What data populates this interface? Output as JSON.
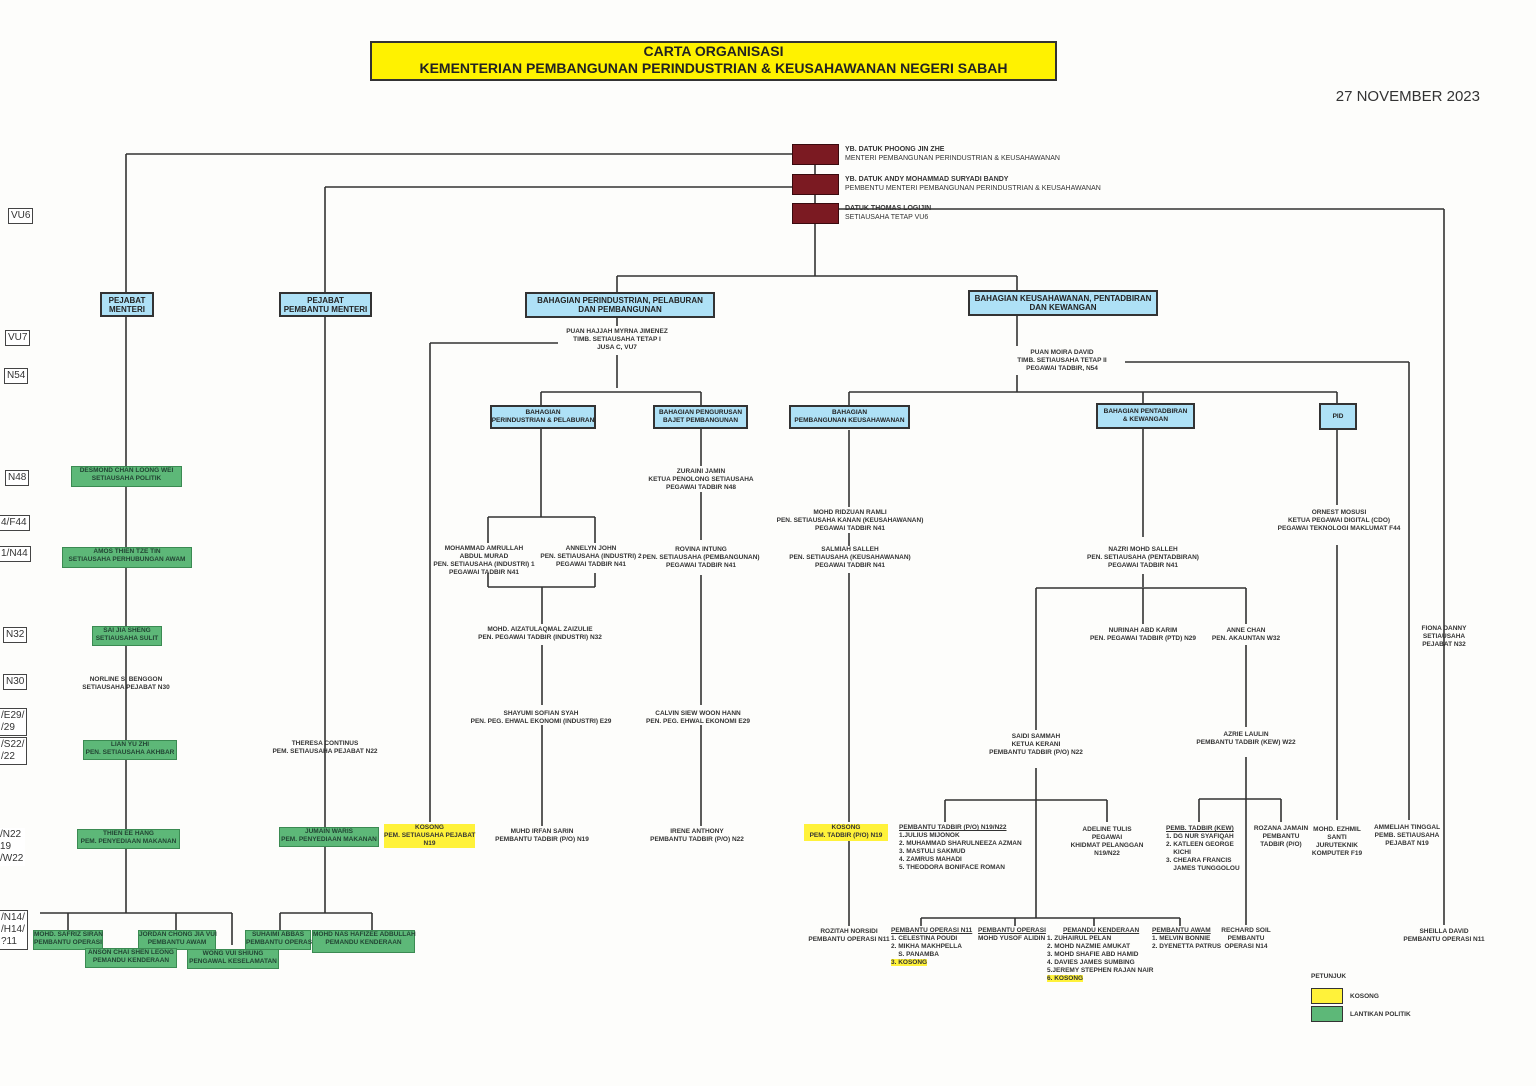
{
  "header": {
    "title_line1": "CARTA ORGANISASI",
    "title_line2": "KEMENTERIAN PEMBANGUNAN PERINDUSTRIAN & KEUSAHAWANAN NEGERI SABAH",
    "date": "27 NOVEMBER 2023"
  },
  "grades": [
    "VU6",
    "VU7",
    "N54",
    "N48",
    "4/F44",
    "1/N44",
    "N32",
    "N30",
    "/E29/\n/29",
    "/S22/\n/22",
    "/N22\n19\n/W22",
    "/N14/\n/H14/\n?11"
  ],
  "top": {
    "minister": {
      "name": "YB. DATUK PHOONG JIN ZHE",
      "role": "MENTERI PEMBANGUNAN PERINDUSTRIAN & KEUSAHAWANAN"
    },
    "assistant_minister": {
      "name": "YB. DATUK ANDY MOHAMMAD SURYADI BANDY",
      "role": "PEMBENTU MENTERI PEMBANGUNAN PERINDUSTRIAN & KEUSAHAWANAN"
    },
    "secretary": {
      "name": "DATUK THOMAS LOGIJIN",
      "role": "SETIAUSAHA TETAP VU6"
    }
  },
  "units": {
    "pejabat_menteri": "PEJABAT\nMENTERI",
    "pejabat_pembantu": "PEJABAT\nPEMBANTU MENTERI",
    "bahagian_ppp": "BAHAGIAN PERINDUSTRIAN, PELABURAN\nDAN PEMBANGUNAN",
    "bahagian_kpk": "BAHAGIAN KEUSAHAWANAN, PENTADBIRAN\nDAN KEWANGAN",
    "bahagian_pp": "BAHAGIAN\nPERINDUSTRIAN & PELABURAN",
    "bahagian_bajet": "BAHAGIAN PENGURUSAN\nBAJET PEMBANGUNAN",
    "bahagian_pk": "BAHAGIAN\nPEMBANGUNAN KEUSAHAWANAN",
    "bahagian_pentadbiran": "BAHAGIAN PENTADBIRAN\n& KEWANGAN",
    "pid": "PID"
  },
  "menteri_office": [
    {
      "name": "DESMOND CHAN LOONG WEI",
      "role": "SETIAUSAHA POLITIK",
      "type": "green"
    },
    {
      "name": "AMOS THIEN TZE TIN",
      "role": "SETIAUSAHA PERHUBUNGAN AWAM",
      "type": "green"
    },
    {
      "name": "SAI JIA SHENG",
      "role": "SETIAUSAHA SULIT",
      "type": "green"
    },
    {
      "name": "NORLINE S. BENGGON",
      "role": "SETIAUSAHA PEJABAT N30",
      "type": "plain"
    },
    {
      "name": "LIAN YU ZHI",
      "role": "PEN. SETIAUSAHA AKHBAR",
      "type": "green"
    },
    {
      "name": "THIEN EE HANG",
      "role": "PEM. PENYEDIAAN MAKANAN",
      "type": "green"
    },
    {
      "name": "MOHD. SAFRIZ SIRAN",
      "role": "PEMBANTU OPERASI",
      "type": "green"
    },
    {
      "name": "JORDAN CHONG JIA VUI",
      "role": "PEMBANTU AWAM",
      "type": "green"
    },
    {
      "name": "ANSON CHAI SHEN LEONG",
      "role": "PEMANDU KENDERAAN",
      "type": "green"
    },
    {
      "name": "WONG VUI SHIUNG",
      "role": "PENGAWAL KESELAMATAN",
      "type": "green"
    }
  ],
  "pembantu_office": [
    {
      "name": "THERESA CONTINUS",
      "role": "PEM. SETIAUSAHA PEJABAT N22",
      "type": "plain"
    },
    {
      "name": "JUMAIN WARIS",
      "role": "PEM. PENYEDIAAN MAKANAN",
      "type": "green"
    },
    {
      "name": "SUHAIMI ABBAS",
      "role": "PEMBANTU OPERASI",
      "type": "green"
    },
    {
      "name": "MOHD NAS HAFIZEE ADBULLAH",
      "role": "PEMANDU KENDERAAN",
      "type": "green"
    }
  ],
  "ppp": {
    "head": {
      "name": "PUAN HAJJAH MYRNA JIMENEZ",
      "role": "TIMB. SETIAUSAHA TETAP I",
      "grade": "JUSA C, VU7"
    },
    "kosong": {
      "name": "KOSONG",
      "role": "PEM.  SETIAUSAHA PEJABAT",
      "grade": "N19"
    },
    "amrullah": {
      "name": "MOHAMMAD AMRULLAH",
      "name2": "ABDUL MURAD",
      "role": "PEN. SETIAUSAHA (INDUSTRI) 1",
      "grade": "PEGAWAI TADBIR N41"
    },
    "annelyn": {
      "name": "ANNELYN JOHN",
      "role": "PEN. SETIAUSAHA (INDUSTRI) 2",
      "grade": "PEGAWAI TADBIR N41"
    },
    "aizatul": {
      "name": "MOHD. AIZATULAQMAL ZAIZULIE",
      "role": "PEN. PEGAWAI TADBIR  (INDUSTRI) N32"
    },
    "shayumi": {
      "name": "SHAYUMI SOFIAN SYAH",
      "role": "PEN. PEG. EHWAL EKONOMI (INDUSTRI) E29"
    },
    "irfan": {
      "name": "MUHD IRFAN SARIN",
      "role": "PEMBANTU TADBIR (P/O) N19"
    },
    "zuraini": {
      "name": "ZURAINI JAMIN",
      "role": "KETUA PENOLONG SETIAUSAHA",
      "grade": "PEGAWAI TADBIR N48"
    },
    "rovina": {
      "name": "ROVINA INTUNG",
      "role": "PEN. SETIAUSAHA (PEMBANGUNAN)",
      "grade": "PEGAWAI TADBIR N41"
    },
    "calvin": {
      "name": "CALVIN SIEW WOON HANN",
      "role": "PEN. PEG. EHWAL EKONOMI E29"
    },
    "irene": {
      "name": "IRENE ANTHONY",
      "role": "PEMBANTU TADBIR (P/O) N22"
    }
  },
  "kpk": {
    "head": {
      "name": "PUAN MOIRA DAVID",
      "role": "TIMB. SETIAUSAHA TETAP  II",
      "grade": "PEGAWAI TADBIR, N54"
    },
    "ridzuan": {
      "name": "MOHD RIDZUAN RAMLI",
      "role": "PEN. SETIAUSAHA KANAN  (KEUSAHAWANAN)",
      "grade": "PEGAWAI TADBIR N41"
    },
    "salmiah": {
      "name": "SALMIAH SALLEH",
      "role": "PEN. SETIAUSAHA (KEUSAHAWANAN)",
      "grade": "PEGAWAI TADBIR N41"
    },
    "kosong_pk": {
      "name": "KOSONG",
      "role": "PEM.  TADBIR (P/O) N19"
    },
    "rozitah": {
      "name": "ROZITAH NORSIDI",
      "role": "PEMBANTU OPERASI N11"
    },
    "nazri": {
      "name": "NAZRI MOHD SALLEH",
      "role": "PEN. SETIAUSAHA (PENTADBIRAN)",
      "grade": "PEGAWAI TADBIR N41"
    },
    "nurinah": {
      "name": "NURINAH ABD KARIM",
      "role": "PEN. PEGAWAI TADBIR (PTD) N29"
    },
    "anne": {
      "name": "ANNE CHAN",
      "role": "PEN. AKAUNTAN W32"
    },
    "saidi": {
      "name": "SAIDI SAMMAH",
      "role": "KETUA KERANI",
      "grade": "PEMBANTU TADBIR (P/O) N22"
    },
    "azrie": {
      "name": "AZRIE LAULIN",
      "role": "PEMBANTU TADBIR (KEW) W22"
    },
    "pt_list": {
      "title": "PEMBANTU TADBIR (P/O) N19/N22",
      "items": [
        "1.JULIUS MIJONOK",
        "2. MUHAMMAD SHARULNEEZA AZMAN",
        "3. MASTULI SAKMUD",
        "4.  ZAMRUS MAHADI",
        "5. THEODORA BONIFACE ROMAN"
      ]
    },
    "adeline": {
      "name": "ADELINE TULIS",
      "role": "PEGAWAI",
      "role2": "KHIDMAT PELANGGAN",
      "grade": "N19/N22"
    },
    "kew_list": {
      "title": "PEMB. TADBIR (KEW)",
      "items": [
        "1. DG NUR SYAFIQAH",
        "2. KATLEEN GEORGE",
        "    KICHI",
        "3. CHEARA FRANCIS",
        "    JAMES TUNGGOLOU"
      ]
    },
    "rozana": {
      "name": "ROZANA JAMAIN",
      "role": "PEMBANTU",
      "grade": "TADBIR (P/O)"
    },
    "op_list": {
      "title": "PEMBANTU OPERASI N11",
      "items": [
        "1. CELESTINA POUDI",
        "2. MIKHA MAKHPELLA",
        "    S. PANAMBA"
      ],
      "kosong": "3. KOSONG"
    },
    "op2": {
      "title": "PEMBANTU OPERASI",
      "name": "MOHD YUSOF ALIDIN"
    },
    "driver_list": {
      "title": "PEMANDU KENDERAAN",
      "items": [
        "1. ZUHAIRUL PELAN",
        "2. MOHD NAZMIE AMUKAT",
        "3. MOHD SHAFIE ABD HAMID",
        "4. DAVIES JAMES SUMBING",
        "5.JEREMY STEPHEN RAJAN NAIR"
      ],
      "kosong": "6. KOSONG"
    },
    "awam_list": {
      "title": "PEMBANTU AWAM",
      "items": [
        "1. MELVIN BONNIE",
        "2. DYENETTA PATRUS"
      ]
    },
    "rechard": {
      "name": "RECHARD SOIL",
      "role": "PEMBANTU",
      "grade": "OPERASI N14"
    }
  },
  "pid": {
    "ornest": {
      "name": "ORNEST MOSUSI",
      "role": "KETUA PEGAWAI DIGITAL (CDO)",
      "grade": "PEGAWAI TEKNOLOGI MAKLUMAT F44"
    },
    "ezhmil": {
      "name": "MOHD. EZHMIL",
      "name2": "SANTI",
      "role": "JURUTEKNIK",
      "grade": "KOMPUTER F19"
    }
  },
  "secretary_office": {
    "fiona": {
      "name": "FIONA DANNY",
      "role": "SETIAUSAHA",
      "grade": "PEJABAT N32"
    },
    "ammeliah": {
      "name": "AMMELIAH TINGGAL",
      "role": "PEMB. SETIAUSAHA",
      "grade": "PEJABAT N19"
    },
    "sheilla": {
      "name": "SHEILLA DAVID",
      "role": "PEMBANTU OPERASI N11"
    }
  },
  "legend": {
    "title": "PETUNJUK",
    "items": [
      {
        "label": "KOSONG",
        "color": "#fff23a"
      },
      {
        "label": "LANTIKAN POLITIK",
        "color": "#5db878"
      }
    ]
  },
  "colors": {
    "maroon": "#7b1a22",
    "unit_blue": "#aee1f6",
    "vacant_yellow": "#fff23a",
    "political_green": "#5db878",
    "title_yellow": "#fff200"
  }
}
